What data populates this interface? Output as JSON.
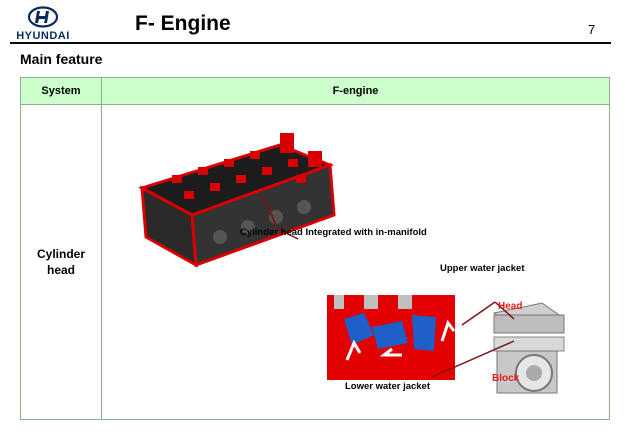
{
  "header": {
    "brand": "HYUNDAI",
    "title": "F- Engine",
    "page_number": "7"
  },
  "section_title": "Main feature",
  "table": {
    "columns": [
      "System",
      "F-engine"
    ],
    "rows": [
      {
        "system": "Cylinder head"
      }
    ]
  },
  "callouts": {
    "integrated_manifold": "Cylinder head Integrated with in-manifold",
    "upper_jacket": "Upper water jacket",
    "lower_jacket": "Lower water jacket",
    "head_tag": "Head",
    "block_tag": "Block"
  },
  "colors": {
    "header_fill": "#ccffcc",
    "grid_line": "#8ab38a",
    "accent_red": "#e31b1b",
    "brand_navy": "#0a2a5c"
  }
}
